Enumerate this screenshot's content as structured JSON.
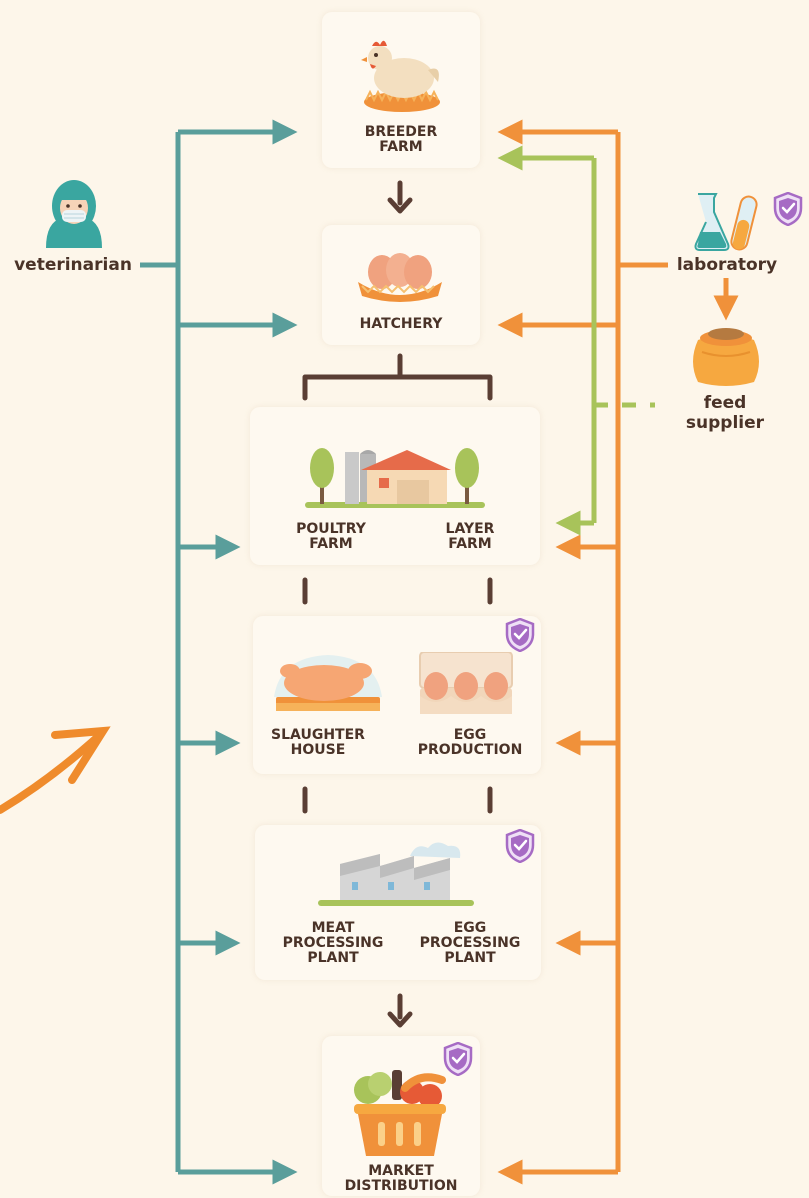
{
  "actors": {
    "veterinarian": "veterinarian",
    "laboratory": "laboratory",
    "feed_supplier": "feed\nsupplier"
  },
  "stages": {
    "breeder": "BREEDER\nFARM",
    "hatchery": "HATCHERY",
    "poultry_farm": "POULTRY\nFARM",
    "layer_farm": "LAYER\nFARM",
    "slaughter_house": "SLAUGHTER\nHOUSE",
    "egg_production": "EGG\nPRODUCTION",
    "meat_processing": "MEAT\nPROCESSING\nPLANT",
    "egg_processing": "EGG\nPROCESSING\nPLANT",
    "market": "MARKET\nDISTRIBUTION"
  },
  "colors": {
    "teal": "#5a9e9b",
    "orange": "#f0913a",
    "green": "#a8c35a",
    "brown": "#5a3e34",
    "purple": "#a66bc4"
  },
  "icons": [
    "hen-icon",
    "eggs-nest-icon",
    "farm-barn-icon",
    "roast-chicken-icon",
    "egg-carton-icon",
    "factory-icon",
    "food-basket-icon",
    "shield-check-icon",
    "veterinarian-icon",
    "lab-flasks-icon",
    "feed-sack-icon"
  ]
}
